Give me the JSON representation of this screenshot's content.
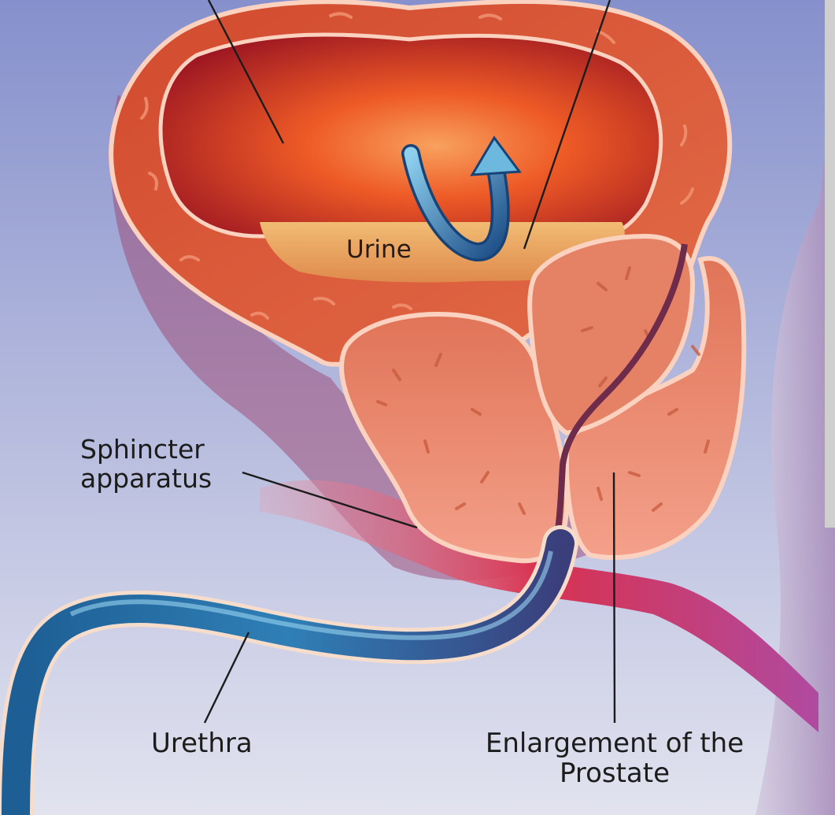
{
  "labels": {
    "urine": "Urine",
    "sphincter_line1": "Sphincter",
    "sphincter_line2": "apparatus",
    "urethra": "Urethra",
    "prostate_line1": "Enlargement of the",
    "prostate_line2": "Prostate"
  },
  "colors": {
    "background_top": "#8e98cf",
    "background_bottom": "#dfe1ee",
    "bladder_wall": "#d9603c",
    "bladder_outline": "#fbd2c0",
    "bladder_cavity": "#e8451f",
    "urine": "#e8a45a",
    "prostate": "#ea8a6e",
    "urethra": "#1f5f93",
    "sphincter": "#d83a56",
    "arrow": "#3f86b8"
  },
  "icons": {
    "flow_arrow": "curved-up-arrow-icon"
  }
}
